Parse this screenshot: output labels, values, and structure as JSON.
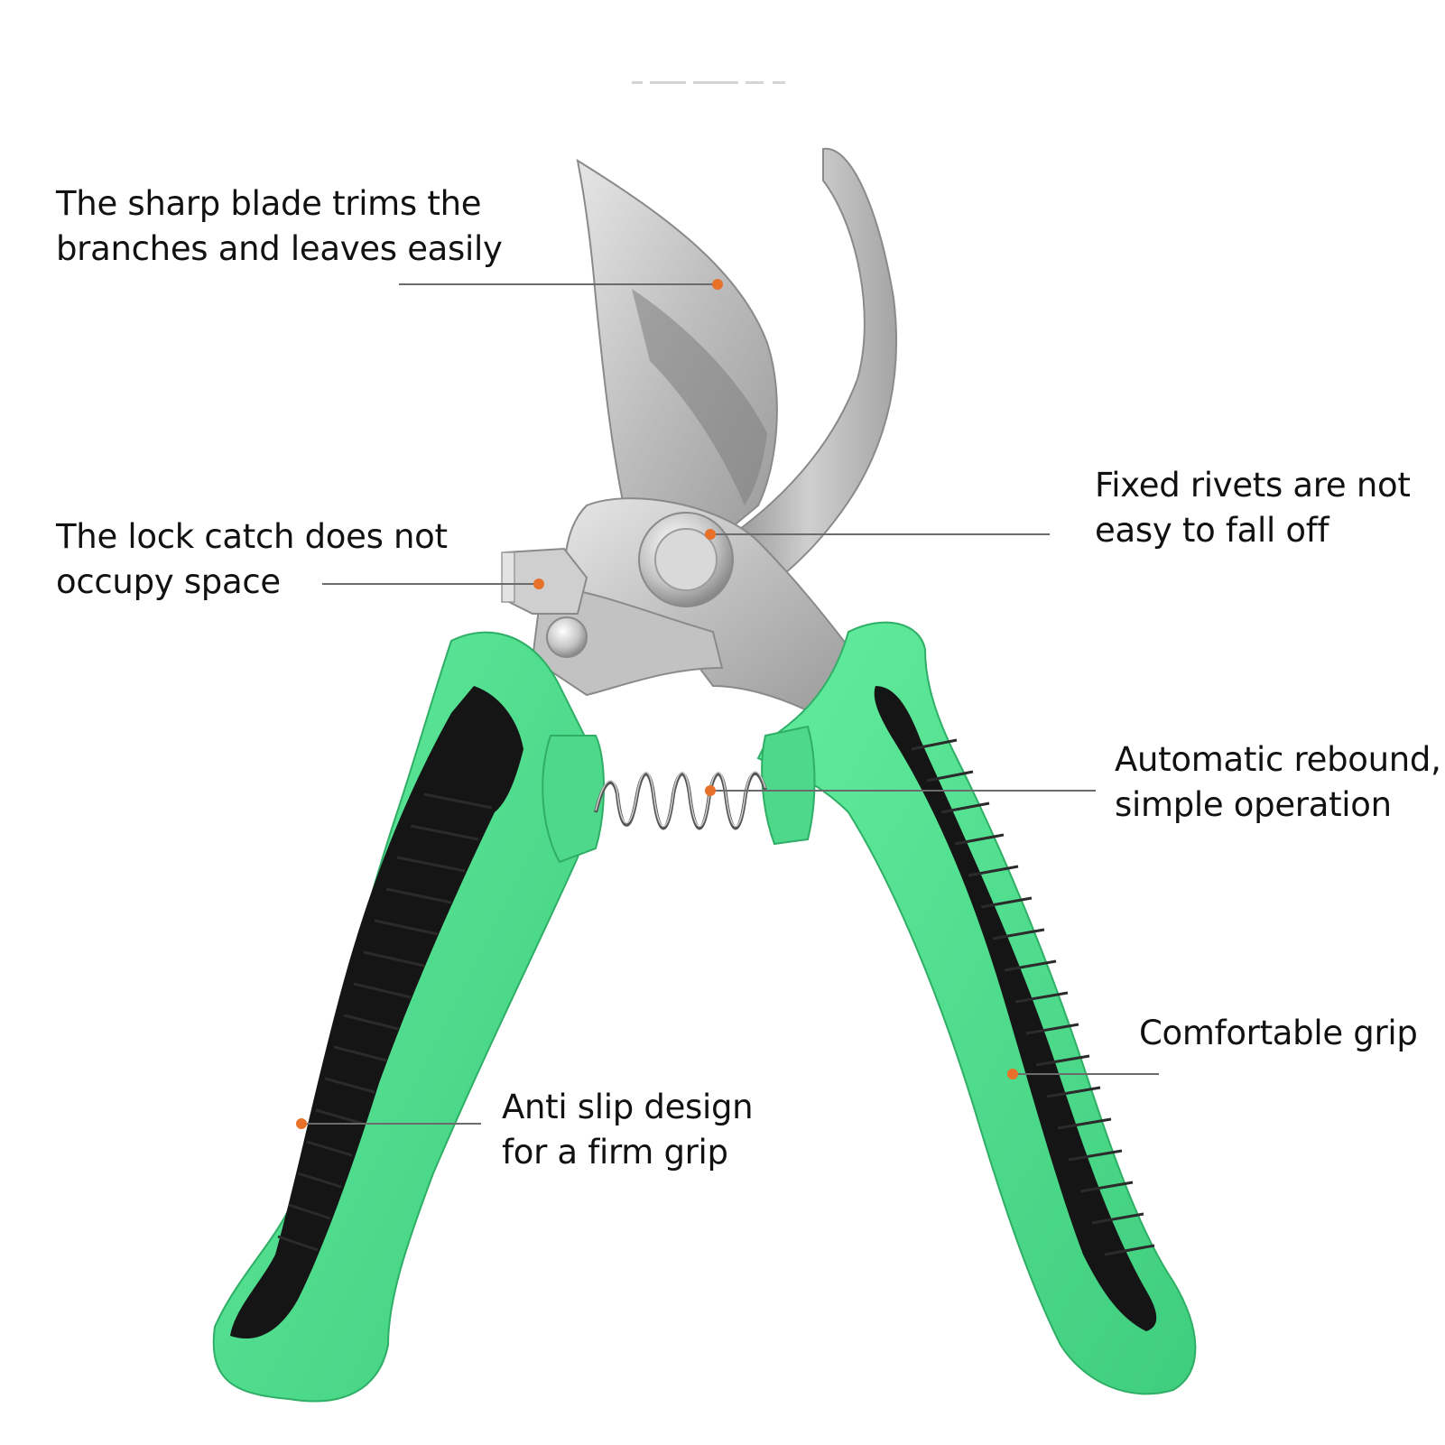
{
  "colors": {
    "background": "#ffffff",
    "handle_green": "#4fe090",
    "handle_black": "#141414",
    "blade_steel": "#c8c8c8",
    "leader_line": "#6b6b6b",
    "callout_dot": "#e8712a",
    "text": "#111111"
  },
  "callouts": [
    {
      "id": "sharp-blade",
      "text": "The sharp blade trims the\nbranches and leaves easily"
    },
    {
      "id": "lock-catch",
      "text": "The lock catch does not\noccupy space"
    },
    {
      "id": "fixed-rivets",
      "text": "Fixed rivets are not\neasy to fall off"
    },
    {
      "id": "auto-rebound",
      "text": "Automatic rebound,\nsimple operation"
    },
    {
      "id": "comfortable-grip",
      "text": "Comfortable grip"
    },
    {
      "id": "anti-slip",
      "text": "Anti slip design\nfor a firm grip"
    }
  ]
}
